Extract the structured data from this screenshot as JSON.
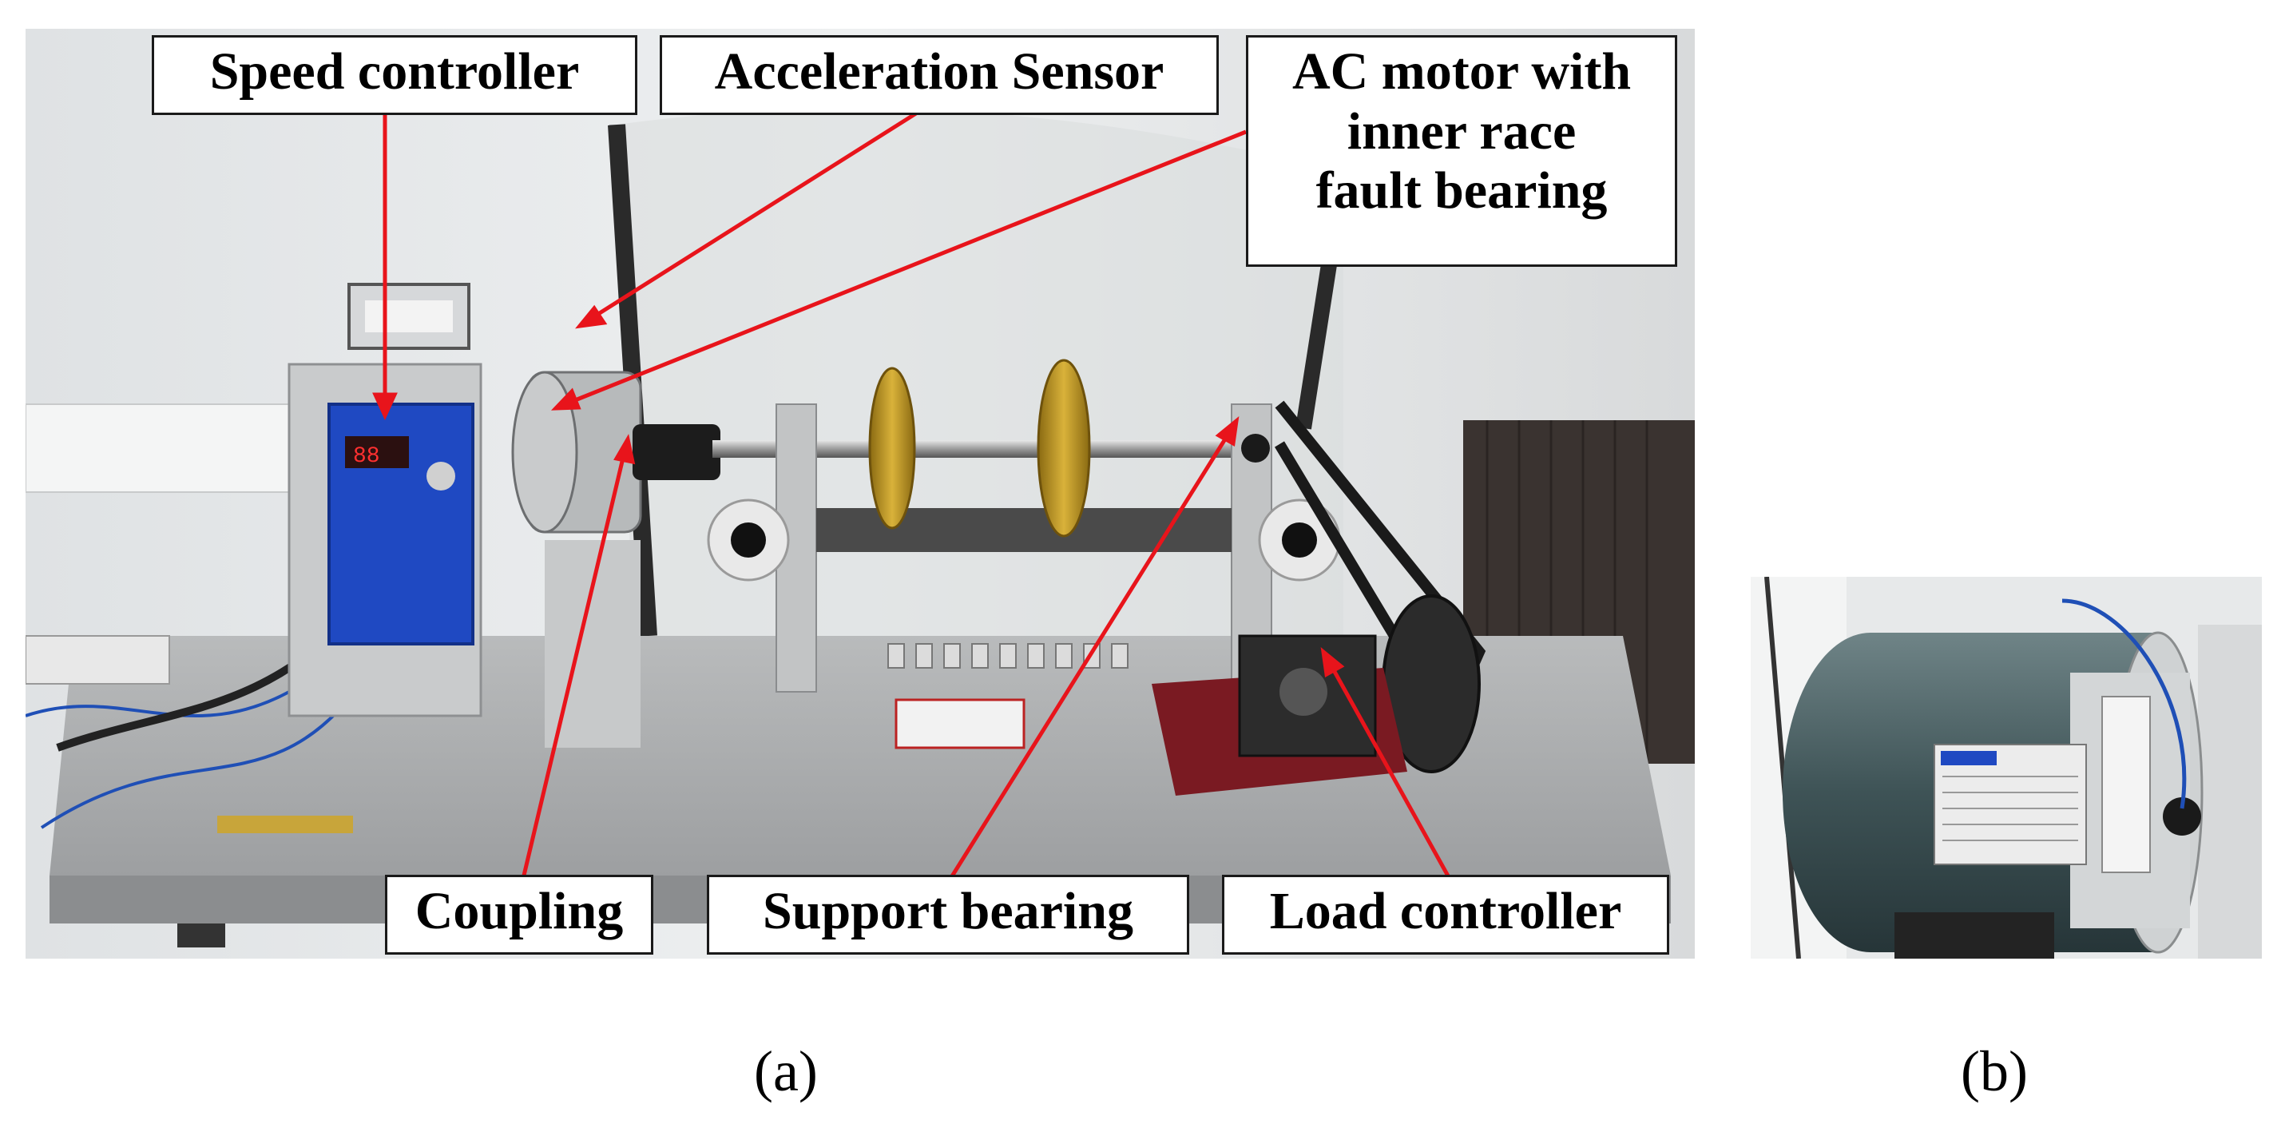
{
  "figure": {
    "panel_a": {
      "caption": "(a)",
      "labels": {
        "speed_controller": "Speed controller",
        "acceleration_sensor": "Acceleration Sensor",
        "ac_motor_line1": "AC motor with",
        "ac_motor_line2": "inner race",
        "ac_motor_line3": "fault bearing",
        "coupling": "Coupling",
        "support_bearing": "Support bearing",
        "load_controller": "Load controller"
      },
      "arrow_color": "#e8141b"
    },
    "panel_b": {
      "caption": "(b)"
    }
  }
}
